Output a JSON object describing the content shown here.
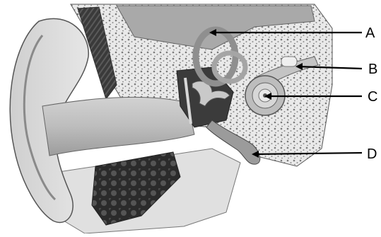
{
  "labels": [
    {
      "id": "A",
      "text": "A"
    },
    {
      "id": "B",
      "text": "B"
    },
    {
      "id": "C",
      "text": "C"
    },
    {
      "id": "D",
      "text": "D"
    }
  ]
}
